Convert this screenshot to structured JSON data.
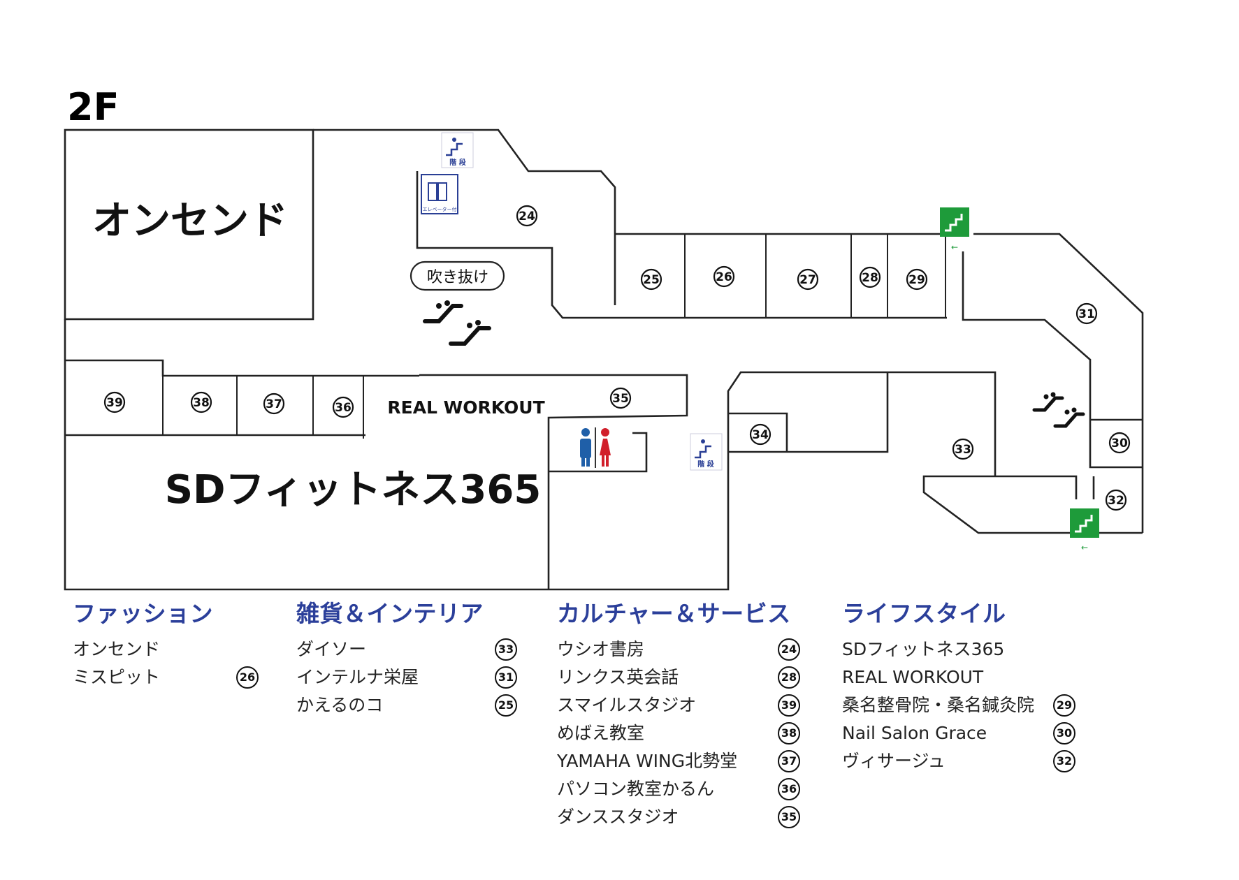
{
  "floor": "2F",
  "map": {
    "anchors": [
      {
        "key": "onsend",
        "name": "オンセンド"
      },
      {
        "key": "sdfit",
        "name": "SDフィットネス365"
      }
    ],
    "real_workout": "REAL WORKOUT",
    "atrium": "吹き抜け",
    "stairs_label": "階 段",
    "elevator_label": "エレベーター付",
    "units": [
      "24",
      "25",
      "26",
      "27",
      "28",
      "29",
      "30",
      "31",
      "32",
      "33",
      "34",
      "35",
      "36",
      "37",
      "38",
      "39"
    ]
  },
  "legend": [
    {
      "category": "ファッション",
      "items": [
        {
          "name": "オンセンド",
          "no": ""
        },
        {
          "name": "ミスピット",
          "no": "26"
        }
      ]
    },
    {
      "category": "雑貨＆インテリア",
      "items": [
        {
          "name": "ダイソー",
          "no": "33"
        },
        {
          "name": "インテルナ栄屋",
          "no": "31"
        },
        {
          "name": "かえるのコ",
          "no": "25"
        }
      ]
    },
    {
      "category": "カルチャー＆サービス",
      "items": [
        {
          "name": "ウシオ書房",
          "no": "24"
        },
        {
          "name": "リンクス英会話",
          "no": "28"
        },
        {
          "name": "スマイルスタジオ",
          "no": "39"
        },
        {
          "name": "めばえ教室",
          "no": "38"
        },
        {
          "name": "YAMAHA WING北勢堂",
          "no": "37"
        },
        {
          "name": "パソコン教室かるん",
          "no": "36"
        },
        {
          "name": "ダンススタジオ",
          "no": "35"
        }
      ]
    },
    {
      "category": "ライフスタイル",
      "items": [
        {
          "name": "SDフィットネス365",
          "no": ""
        },
        {
          "name": "REAL WORKOUT",
          "no": ""
        },
        {
          "name": "桑名整骨院・桑名鍼灸院",
          "no": "29"
        },
        {
          "name": "Nail Salon Grace",
          "no": "30"
        },
        {
          "name": "ヴィサージュ",
          "no": "32"
        }
      ]
    }
  ],
  "colors": {
    "category_title": "#2b3f9a",
    "sign_green": "#1e9b3a",
    "sign_blue": "#2a3f95",
    "male": "#1f5fa8",
    "female": "#d11f2b"
  }
}
